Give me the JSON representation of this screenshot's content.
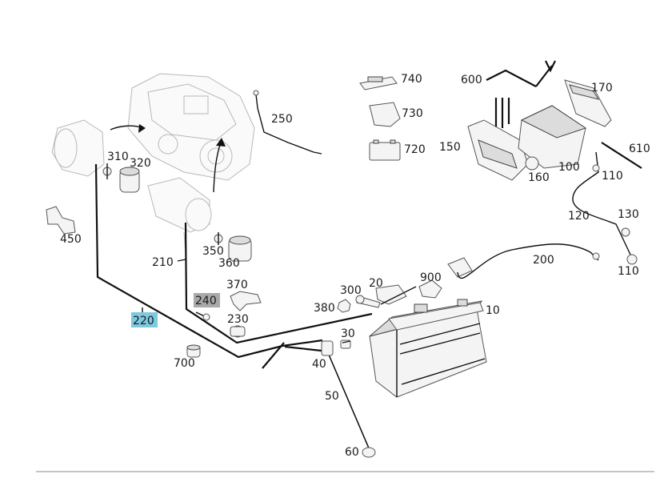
{
  "diagram": {
    "labels": {
      "l10": "10",
      "l20": "20",
      "l30": "30",
      "l40": "40",
      "l50": "50",
      "l60": "60",
      "l100": "100",
      "l110a": "110",
      "l110b": "110",
      "l120": "120",
      "l130": "130",
      "l150": "150",
      "l160": "160",
      "l170": "170",
      "l200": "200",
      "l210": "210",
      "l220": "220",
      "l230": "230",
      "l240": "240",
      "l250": "250",
      "l300": "300",
      "l310": "310",
      "l320": "320",
      "l350": "350",
      "l360": "360",
      "l370": "370",
      "l380": "380",
      "l450": "450",
      "l600": "600",
      "l610": "610",
      "l700": "700",
      "l720": "720",
      "l730": "730",
      "l740": "740",
      "l900": "900"
    },
    "highlights": {
      "blue_color": "#7ec9df",
      "gray_color": "#a9a9a9",
      "blue_label": "220",
      "gray_label": "240"
    }
  }
}
